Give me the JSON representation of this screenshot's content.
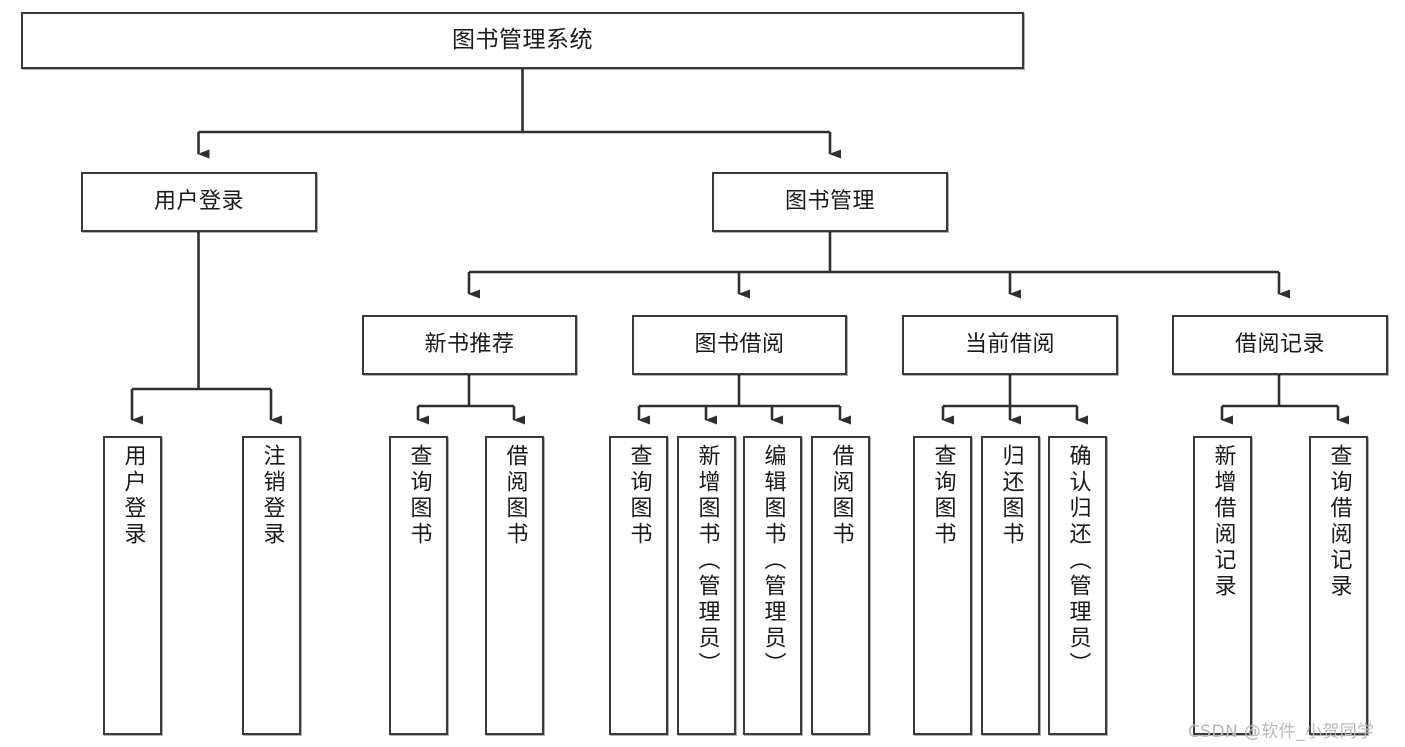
{
  "diagram": {
    "title": "图书管理系统",
    "type": "hierarchy-tree",
    "watermark": "CSDN @软件_小贺同学",
    "colors": {
      "box_border": "#3a3a3a",
      "box_fill": "#ffffff",
      "connector": "#2f2f2f",
      "text": "#1a1a1a",
      "watermark": "#b9b9b9"
    },
    "root": {
      "label": "图书管理系统"
    },
    "level2": [
      {
        "label": "用户登录"
      },
      {
        "label": "图书管理"
      }
    ],
    "level3": [
      {
        "label": "新书推荐"
      },
      {
        "label": "图书借阅"
      },
      {
        "label": "当前借阅"
      },
      {
        "label": "借阅记录"
      }
    ],
    "leaves": {
      "user_login": [
        {
          "label": "用户登录"
        },
        {
          "label": "注销登录"
        }
      ],
      "new_book": [
        {
          "label": "查询图书"
        },
        {
          "label": "借阅图书"
        }
      ],
      "book_borrow": [
        {
          "label": "查询图书"
        },
        {
          "label": "新增图书（管理员）"
        },
        {
          "label": "编辑图书（管理员）"
        },
        {
          "label": "借阅图书"
        }
      ],
      "current_borrow": [
        {
          "label": "查询图书"
        },
        {
          "label": "归还图书"
        },
        {
          "label": "确认归还（管理员）"
        }
      ],
      "borrow_record": [
        {
          "label": "新增借阅记录"
        },
        {
          "label": "查询借阅记录"
        }
      ]
    }
  }
}
